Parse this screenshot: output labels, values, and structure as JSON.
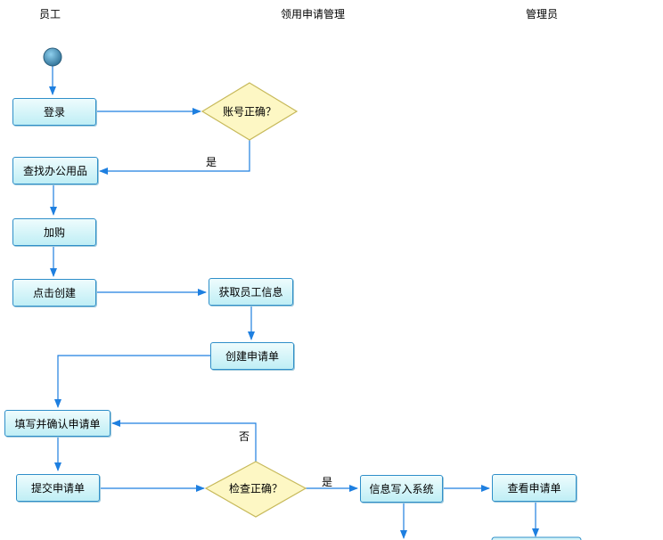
{
  "lanes": {
    "employee": "员工",
    "management": "领用申请管理",
    "admin": "管理员"
  },
  "nodes": {
    "login": "登录",
    "account_check": "账号正确？",
    "find_supplies": "查找办公用品",
    "add_purchase": "加购",
    "click_create": "点击创建",
    "get_employee_info": "获取员工信息",
    "create_form": "创建申请单",
    "fill_confirm": "填写并确认申请单",
    "submit_form": "提交申请单",
    "check_correct": "检查正确？",
    "write_system": "信息写入系统",
    "view_form": "查看申请单"
  },
  "edge_labels": {
    "account_yes": "是",
    "check_no": "否",
    "check_yes": "是"
  },
  "colors": {
    "edge": "#1e7fe0",
    "node_border": "#2f8fc9",
    "decision_fill": "#fdf7c4",
    "decision_border": "#c7b95a",
    "start_fill": "#3f8fb5"
  }
}
